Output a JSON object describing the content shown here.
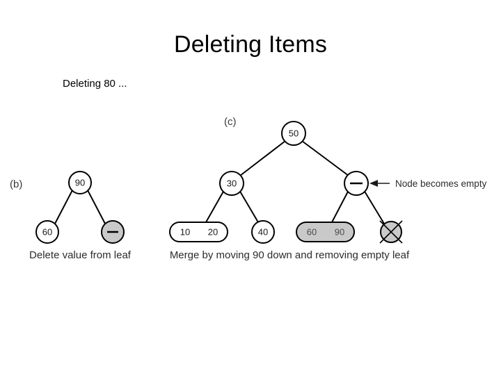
{
  "slide": {
    "title": "Deleting Items",
    "subtitle": "Deleting 80 ..."
  },
  "figure_b": {
    "label": "(b)",
    "caption": "Delete value from leaf",
    "nodes": {
      "root": "90",
      "left_leaf": "60",
      "right_leaf": "—"
    }
  },
  "figure_c": {
    "label": "(c)",
    "caption": "Merge by moving 90 down and removing empty leaf",
    "annotation": "Node becomes empty",
    "nodes": {
      "root": "50",
      "left_child": "30",
      "right_child": "—",
      "leaf_1_a": "10",
      "leaf_1_b": "20",
      "leaf_2": "40",
      "leaf_3_a": "60",
      "leaf_3_b": "90"
    }
  },
  "colors": {
    "background": "#ffffff",
    "stroke": "#000000",
    "node_fill": "#ffffff",
    "shaded_fill": "#c9c9c9",
    "text": "#000000"
  }
}
